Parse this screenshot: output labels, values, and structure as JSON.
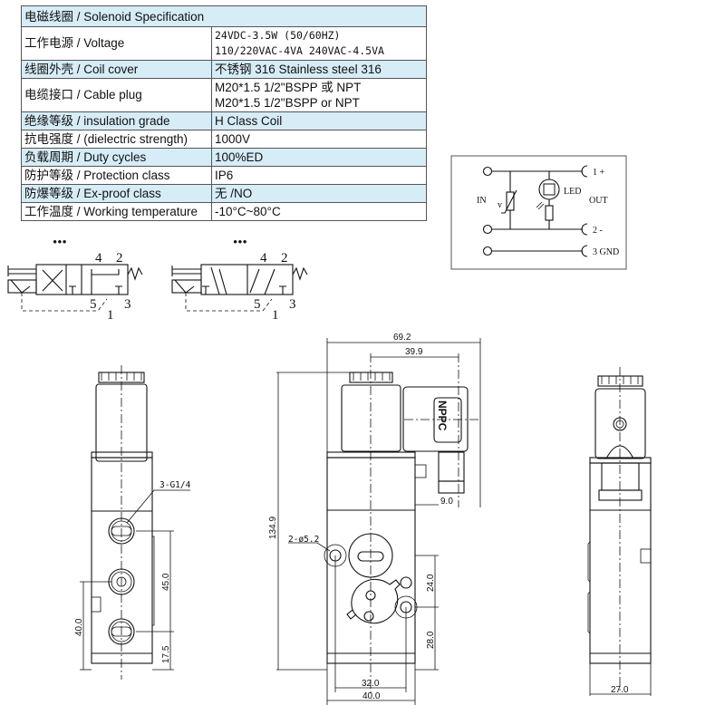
{
  "spec_table": {
    "title": "电磁线圈 / Solenoid Specification",
    "rows": [
      {
        "label": "工作电源 /  Voltage",
        "value_lines": [
          "24VDC-3.5W (50/60HZ)",
          "110/220VAC-4VA 240VAC-4.5VA"
        ],
        "shaded": false
      },
      {
        "label": "线圈外壳 /  Coil cover",
        "value_lines": [
          "不锈钢 316  Stainless steel 316"
        ],
        "shaded": true
      },
      {
        "label": "电缆接口 / Cable plug",
        "value_lines": [
          "M20*1.5 1/2\"BSPP 或  NPT",
          "M20*1.5 1/2\"BSPP or  NPT"
        ],
        "shaded": false
      },
      {
        "label": "绝缘等级 /  insulation grade",
        "value_lines": [
          "H Class Coil"
        ],
        "shaded": true
      },
      {
        "label": "抗电强度 /  (dielectric strength)",
        "value_lines": [
          "1000V"
        ],
        "shaded": false
      },
      {
        "label": "负载周期 / Duty cycles",
        "value_lines": [
          "100%ED"
        ],
        "shaded": true
      },
      {
        "label": "防护等级 / Protection class",
        "value_lines": [
          "IP6"
        ],
        "shaded": false
      },
      {
        "label": "防爆等级 / Ex-proof class",
        "value_lines": [
          "无 /NO"
        ],
        "shaded": true
      },
      {
        "label": "工作温度 / Working temperature",
        "value_lines": [
          "-10°C~80°C"
        ],
        "shaded": false
      }
    ],
    "colors": {
      "header_bg": "#d6ecf7",
      "border": "#555555"
    }
  },
  "circuit": {
    "in_label": "IN",
    "out_label": "OUT",
    "varistor_label": "v",
    "led_label": "LED",
    "pins": [
      "1  +",
      "2  -",
      "3  GND"
    ]
  },
  "valve_symbols": [
    {
      "dots": "•••",
      "ports": [
        "4",
        "2",
        "5",
        "1",
        "3"
      ]
    },
    {
      "dots": "•••",
      "ports": [
        "4",
        "2",
        "5",
        "1",
        "3"
      ]
    }
  ],
  "drawings": {
    "front": {
      "port_callout": "3-G1/4",
      "dims": [
        "45.0",
        "40.0",
        "17.5"
      ]
    },
    "middle": {
      "dims_top": [
        "69.2",
        "39.9"
      ],
      "height": "134.9",
      "hole_callout": "2-ø5.2",
      "plug_offset": "9.0",
      "dims_right": [
        "24.0",
        "28.0"
      ],
      "dims_bottom": [
        "32.0",
        "40.0"
      ],
      "brand_label": "NPPC"
    },
    "side": {
      "width": "27.0"
    }
  }
}
